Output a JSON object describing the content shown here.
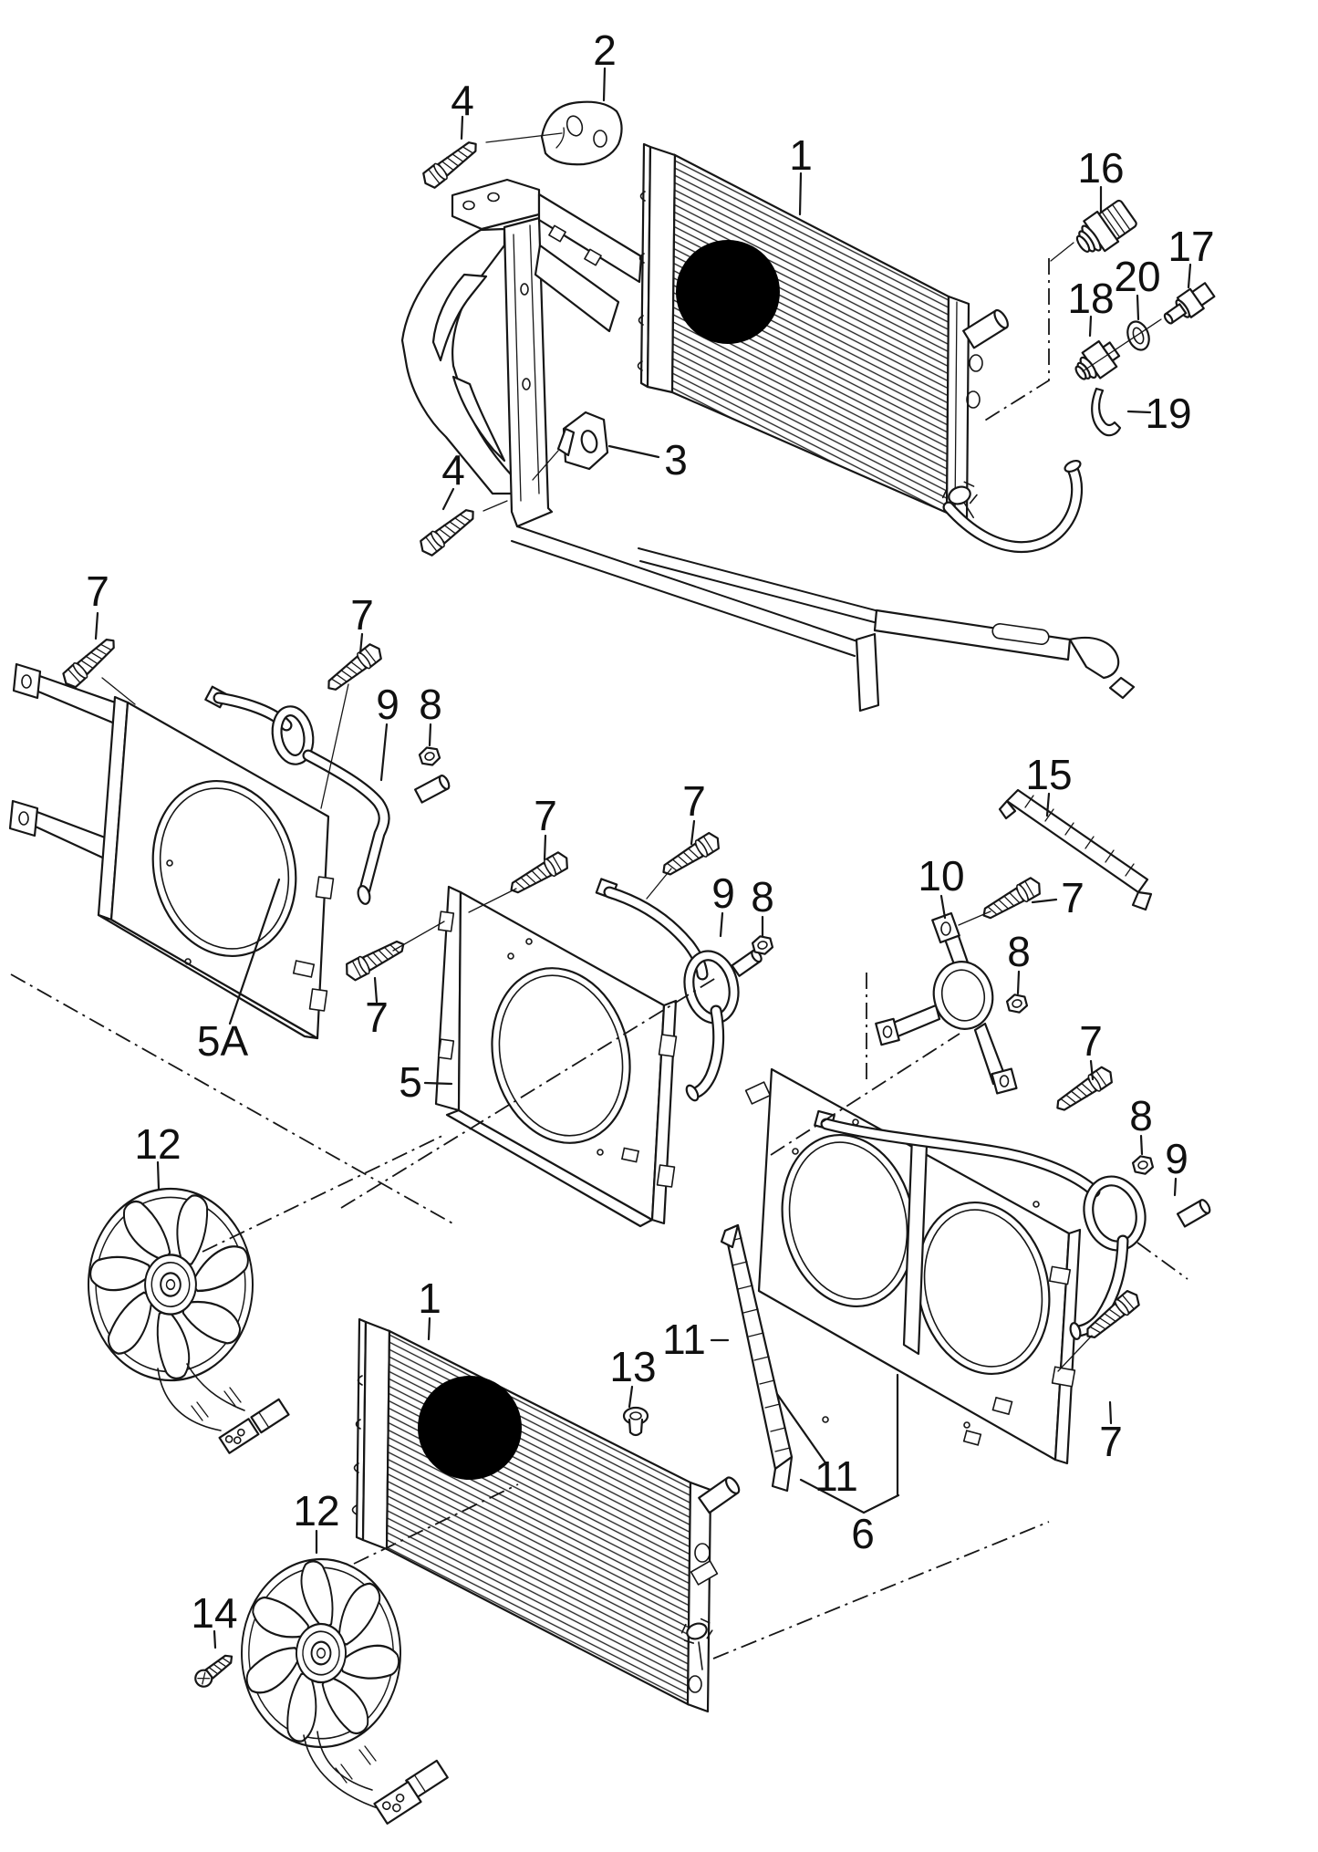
{
  "page": {
    "background": "#ffffff",
    "ink": "#161616"
  },
  "figure": {
    "kind": "exploded-parts-line-drawing",
    "subject": "Radiator, cooling fans, fan shrouds and sensors"
  },
  "callouts": [
    {
      "label": "2"
    },
    {
      "label": "4"
    },
    {
      "label": "1"
    },
    {
      "label": "16"
    },
    {
      "label": "17"
    },
    {
      "label": "20"
    },
    {
      "label": "18"
    },
    {
      "label": "19"
    },
    {
      "label": "3"
    },
    {
      "label": "4"
    },
    {
      "label": "7"
    },
    {
      "label": "7"
    },
    {
      "label": "9"
    },
    {
      "label": "8"
    },
    {
      "label": "15"
    },
    {
      "label": "5A"
    },
    {
      "label": "5"
    },
    {
      "label": "12"
    },
    {
      "label": "7"
    },
    {
      "label": "7"
    },
    {
      "label": "7"
    },
    {
      "label": "9"
    },
    {
      "label": "8"
    },
    {
      "label": "10"
    },
    {
      "label": "7"
    },
    {
      "label": "8"
    },
    {
      "label": "7"
    },
    {
      "label": "8"
    },
    {
      "label": "9"
    },
    {
      "label": "11"
    },
    {
      "label": "13"
    },
    {
      "label": "11"
    },
    {
      "label": "6"
    },
    {
      "label": "12"
    },
    {
      "label": "14"
    },
    {
      "label": "7"
    },
    {
      "label": "1"
    }
  ]
}
